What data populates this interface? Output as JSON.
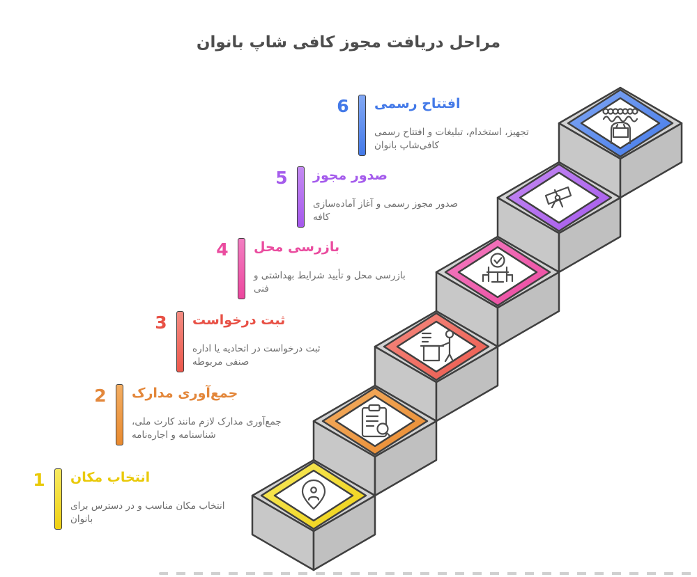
{
  "page": {
    "background": "#FFFFFF",
    "stair_top_color": "#D3D3D3",
    "stair_side_color": "#C8C8C8",
    "outline_color": "#3F3F3F"
  },
  "title": "مراحل دریافت مجوز کافی شاپ بانوان",
  "steps": [
    {
      "number": "1",
      "title": "انتخاب مکان",
      "description": "انتخاب مکان مناسب و در دسترس برای\nبانوان",
      "color": "#EFD012",
      "color_light": "#F7EA60",
      "icon": "location-pin-person-icon"
    },
    {
      "number": "2",
      "title": "جمع‌آوری مدارک",
      "description": "جمع‌آوری مدارک لازم مانند کارت ملی،\nشناسنامه و اجاره‌نامه",
      "color": "#E98A2F",
      "color_light": "#F3AE63",
      "icon": "clipboard-search-icon"
    },
    {
      "number": "3",
      "title": "ثبت درخواست",
      "description": "ثبت درخواست در اتحادیه یا اداره\nصنفی مربوطه",
      "color": "#EC584C",
      "color_light": "#F48C82",
      "icon": "registration-desk-icon"
    },
    {
      "number": "4",
      "title": "بازرسی محل",
      "description": "بازرسی محل و تأیید شرایط بهداشتی و\nفنی",
      "color": "#EC479E",
      "color_light": "#F37EC2",
      "icon": "table-check-icon"
    },
    {
      "number": "5",
      "title": "صدور مجوز",
      "description": "صدور مجوز رسمی و آغاز آماده‌سازی\nکافه",
      "color": "#A558EC",
      "color_light": "#C48BF2",
      "icon": "certificate-icon"
    },
    {
      "number": "6",
      "title": "افتتاح رسمی",
      "description": "تجهیز، استخدام، تبلیغات و افتتاح رسمی\nکافی‌شاپ بانوان",
      "color": "#4379E8",
      "color_light": "#82A8F4",
      "icon": "storefront-crowd-icon"
    }
  ]
}
